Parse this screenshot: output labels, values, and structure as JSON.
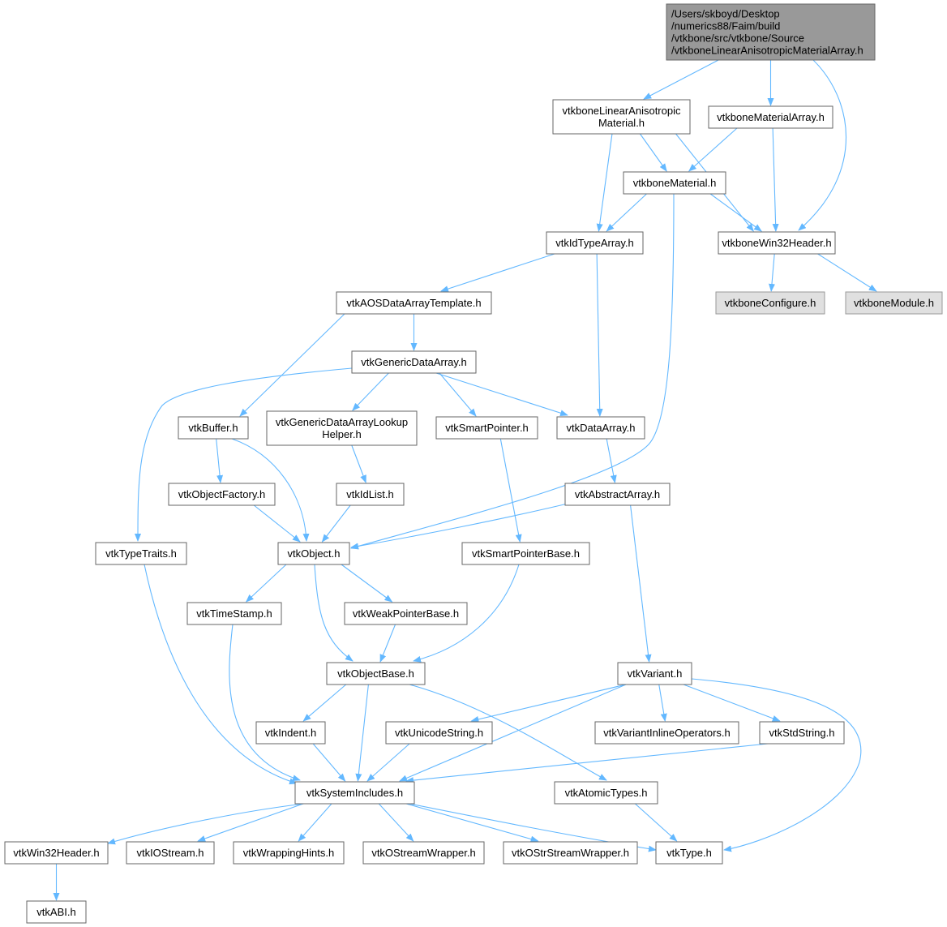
{
  "diagram": {
    "colors": {
      "edge": "#63b8ff",
      "node_border": "#666666",
      "root_fill": "#999999",
      "external_fill": "#e0e0e0",
      "external_border": "#999999",
      "node_fill": "#ffffff"
    },
    "nodes": [
      {
        "id": "root",
        "kind": "root",
        "lines": [
          "/Users/skboyd/Desktop",
          "/numerics88/Faim/build",
          "/vtkbone/src/vtkbone/Source",
          "/vtkboneLinearAnisotropicMaterialArray.h"
        ]
      },
      {
        "id": "linmat",
        "lines": [
          "vtkboneLinearAnisotropic",
          "Material.h"
        ]
      },
      {
        "id": "matarr",
        "lines": [
          "vtkboneMaterialArray.h"
        ]
      },
      {
        "id": "material",
        "lines": [
          "vtkboneMaterial.h"
        ]
      },
      {
        "id": "idtype",
        "lines": [
          "vtkIdTypeArray.h"
        ]
      },
      {
        "id": "win32b",
        "lines": [
          "vtkboneWin32Header.h"
        ]
      },
      {
        "id": "configure",
        "kind": "external",
        "lines": [
          "vtkboneConfigure.h"
        ]
      },
      {
        "id": "module",
        "kind": "external",
        "lines": [
          "vtkboneModule.h"
        ]
      },
      {
        "id": "aos",
        "lines": [
          "vtkAOSDataArrayTemplate.h"
        ]
      },
      {
        "id": "generic",
        "lines": [
          "vtkGenericDataArray.h"
        ]
      },
      {
        "id": "buffer",
        "lines": [
          "vtkBuffer.h"
        ]
      },
      {
        "id": "lookup",
        "lines": [
          "vtkGenericDataArrayLookup",
          "Helper.h"
        ]
      },
      {
        "id": "smartptr",
        "lines": [
          "vtkSmartPointer.h"
        ]
      },
      {
        "id": "dataarr",
        "lines": [
          "vtkDataArray.h"
        ]
      },
      {
        "id": "objfact",
        "lines": [
          "vtkObjectFactory.h"
        ]
      },
      {
        "id": "idlist",
        "lines": [
          "vtkIdList.h"
        ]
      },
      {
        "id": "abstract",
        "lines": [
          "vtkAbstractArray.h"
        ]
      },
      {
        "id": "typetraits",
        "lines": [
          "vtkTypeTraits.h"
        ]
      },
      {
        "id": "object",
        "lines": [
          "vtkObject.h"
        ]
      },
      {
        "id": "smartbase",
        "lines": [
          "vtkSmartPointerBase.h"
        ]
      },
      {
        "id": "timestamp",
        "lines": [
          "vtkTimeStamp.h"
        ]
      },
      {
        "id": "weakptr",
        "lines": [
          "vtkWeakPointerBase.h"
        ]
      },
      {
        "id": "objbase",
        "lines": [
          "vtkObjectBase.h"
        ]
      },
      {
        "id": "variant",
        "lines": [
          "vtkVariant.h"
        ]
      },
      {
        "id": "indent",
        "lines": [
          "vtkIndent.h"
        ]
      },
      {
        "id": "unicode",
        "lines": [
          "vtkUnicodeString.h"
        ]
      },
      {
        "id": "varinline",
        "lines": [
          "vtkVariantInlineOperators.h"
        ]
      },
      {
        "id": "stdstring",
        "lines": [
          "vtkStdString.h"
        ]
      },
      {
        "id": "sysinc",
        "lines": [
          "vtkSystemIncludes.h"
        ]
      },
      {
        "id": "atomic",
        "lines": [
          "vtkAtomicTypes.h"
        ]
      },
      {
        "id": "win32",
        "lines": [
          "vtkWin32Header.h"
        ]
      },
      {
        "id": "iostream",
        "lines": [
          "vtkIOStream.h"
        ]
      },
      {
        "id": "wrapping",
        "lines": [
          "vtkWrappingHints.h"
        ]
      },
      {
        "id": "ostream",
        "lines": [
          "vtkOStreamWrapper.h"
        ]
      },
      {
        "id": "ostrstream",
        "lines": [
          "vtkOStrStreamWrapper.h"
        ]
      },
      {
        "id": "type",
        "lines": [
          "vtkType.h"
        ]
      },
      {
        "id": "abi",
        "lines": [
          "vtkABI.h"
        ]
      }
    ],
    "edges": [
      [
        "root",
        "linmat"
      ],
      [
        "root",
        "matarr"
      ],
      [
        "root",
        "win32b"
      ],
      [
        "linmat",
        "material"
      ],
      [
        "linmat",
        "idtype"
      ],
      [
        "linmat",
        "win32b"
      ],
      [
        "matarr",
        "material"
      ],
      [
        "matarr",
        "win32b"
      ],
      [
        "material",
        "idtype"
      ],
      [
        "material",
        "win32b"
      ],
      [
        "material",
        "object"
      ],
      [
        "idtype",
        "aos"
      ],
      [
        "idtype",
        "dataarr"
      ],
      [
        "win32b",
        "configure"
      ],
      [
        "win32b",
        "module"
      ],
      [
        "aos",
        "generic"
      ],
      [
        "aos",
        "buffer"
      ],
      [
        "generic",
        "typetraits"
      ],
      [
        "generic",
        "lookup"
      ],
      [
        "generic",
        "smartptr"
      ],
      [
        "generic",
        "dataarr"
      ],
      [
        "buffer",
        "objfact"
      ],
      [
        "buffer",
        "object"
      ],
      [
        "lookup",
        "idlist"
      ],
      [
        "smartptr",
        "smartbase"
      ],
      [
        "dataarr",
        "abstract"
      ],
      [
        "objfact",
        "object"
      ],
      [
        "idlist",
        "object"
      ],
      [
        "abstract",
        "object"
      ],
      [
        "abstract",
        "variant"
      ],
      [
        "typetraits",
        "sysinc"
      ],
      [
        "object",
        "timestamp"
      ],
      [
        "object",
        "weakptr"
      ],
      [
        "object",
        "objbase"
      ],
      [
        "smartbase",
        "objbase"
      ],
      [
        "weakptr",
        "objbase"
      ],
      [
        "timestamp",
        "sysinc"
      ],
      [
        "objbase",
        "indent"
      ],
      [
        "objbase",
        "sysinc"
      ],
      [
        "objbase",
        "atomic"
      ],
      [
        "variant",
        "unicode"
      ],
      [
        "variant",
        "varinline"
      ],
      [
        "variant",
        "stdstring"
      ],
      [
        "variant",
        "sysinc"
      ],
      [
        "variant",
        "type"
      ],
      [
        "indent",
        "sysinc"
      ],
      [
        "unicode",
        "sysinc"
      ],
      [
        "stdstring",
        "sysinc"
      ],
      [
        "sysinc",
        "win32"
      ],
      [
        "sysinc",
        "iostream"
      ],
      [
        "sysinc",
        "wrapping"
      ],
      [
        "sysinc",
        "ostream"
      ],
      [
        "sysinc",
        "ostrstream"
      ],
      [
        "sysinc",
        "type"
      ],
      [
        "atomic",
        "type"
      ],
      [
        "win32",
        "abi"
      ]
    ]
  }
}
